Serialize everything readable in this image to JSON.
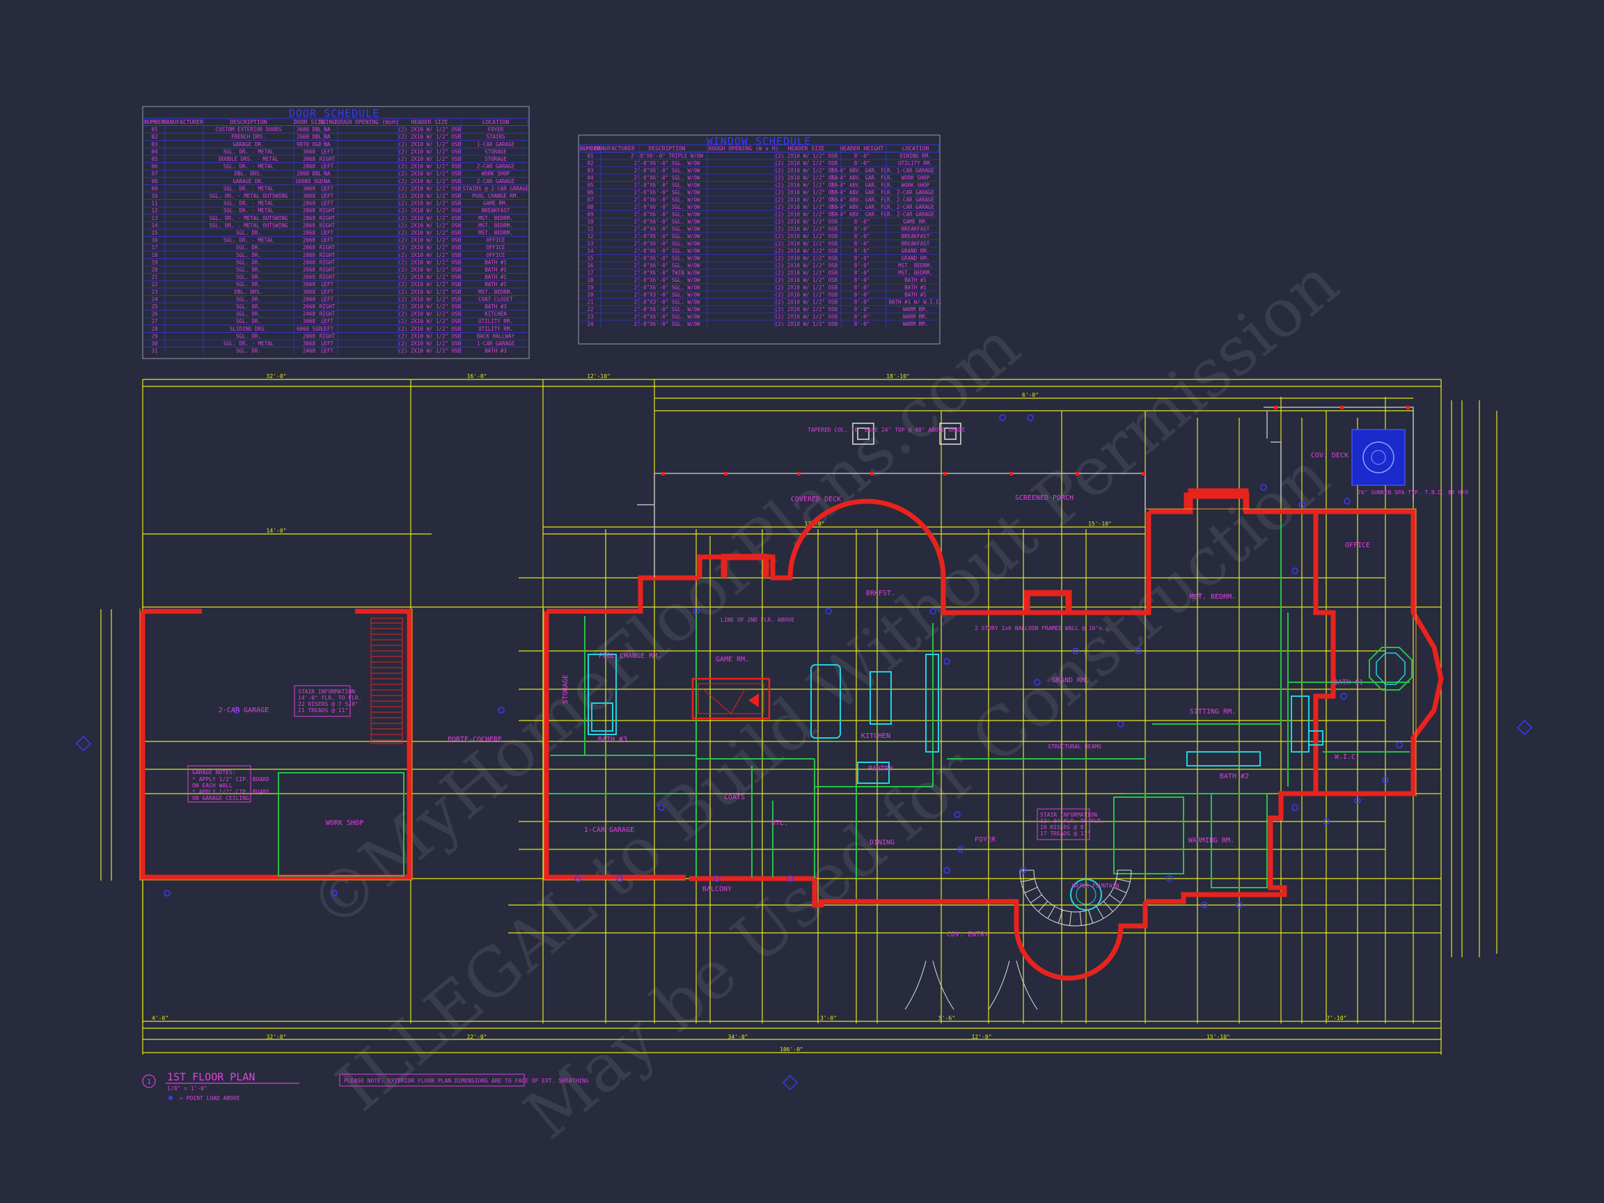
{
  "door_schedule": {
    "title": "DOOR SCHEDULE",
    "headers": [
      "NUMBER",
      "MANUFACTURER",
      "DESCRIPTION",
      "DOOR SIZE",
      "SWING",
      "ROUGH OPENING (WxH)",
      "HEADER SIZE",
      "LOCATION"
    ],
    "rows": [
      [
        "01",
        "",
        "CUSTOM EXTERIOR DOORS",
        "3680 DBL",
        "NA",
        "",
        "(2) 2X10 W/ 1/2\" OSB",
        "FOYER"
      ],
      [
        "02",
        "",
        "FRENCH DRS.",
        "2668 DBL",
        "NA",
        "",
        "(2) 2X10 W/ 1/2\" OSB",
        "STAIRS"
      ],
      [
        "03",
        "",
        "GARAGE DR.",
        "9070 OGD",
        "NA",
        "",
        "(2) 2X10 W/ 1/2\" OSB",
        "1-CAR GARAGE"
      ],
      [
        "04",
        "",
        "SGL. DR. - METAL",
        "3068",
        "LEFT",
        "",
        "(2) 2X10 W/ 1/2\" OSB",
        "STORAGE"
      ],
      [
        "05",
        "",
        "DOUBLE DRS. - METAL",
        "3068",
        "RIGHT",
        "",
        "(2) 2X10 W/ 1/2\" OSB",
        "STORAGE"
      ],
      [
        "06",
        "",
        "SGL. DR. - METAL",
        "2868",
        "LEFT",
        "",
        "(2) 2X10 W/ 1/2\" OSB",
        "2-CAR GARAGE"
      ],
      [
        "07",
        "",
        "DBL. DRS.",
        "2068 DBL",
        "NA",
        "",
        "(2) 2X10 W/ 1/2\" OSB",
        "WORK SHOP"
      ],
      [
        "08",
        "",
        "GARAGE DR.",
        "16080 OGD",
        "NA",
        "",
        "(2) 2X10 W/ 1/2\" OSB",
        "2-CAR GARAGE"
      ],
      [
        "09",
        "",
        "SGL. DR. - METAL",
        "3068",
        "LEFT",
        "",
        "(2) 2X10 W/ 1/2\" OSB",
        "STAIRS @ 2-CAR GARAGE"
      ],
      [
        "10",
        "",
        "SGL. DR. - METAL OUTSWING",
        "3068",
        "LEFT",
        "",
        "(2) 2X10 W/ 1/2\" OSB",
        "POOL CHANGE RM."
      ],
      [
        "11",
        "",
        "SGL. DR. - METAL",
        "2868",
        "LEFT",
        "",
        "(2) 2X10 W/ 1/2\" OSB",
        "GAME RM."
      ],
      [
        "12",
        "",
        "SGL. DR. - METAL",
        "2868",
        "RIGHT",
        "",
        "(2) 2X10 W/ 1/2\" OSB",
        "BREAKFAST"
      ],
      [
        "13",
        "",
        "SGL. DR. - METAL OUTSWING",
        "2868",
        "RIGHT",
        "",
        "(2) 2X10 W/ 1/2\" OSB",
        "MST. BEDRM."
      ],
      [
        "14",
        "",
        "SGL. DR. - METAL OUTSWING",
        "2868",
        "RIGHT",
        "",
        "(2) 2X10 W/ 1/2\" OSB",
        "MST. BEDRM."
      ],
      [
        "15",
        "",
        "SGL. DR.",
        "2868",
        "LEFT",
        "",
        "(2) 2X10 W/ 1/2\" OSB",
        "MST. BEDRM."
      ],
      [
        "16",
        "",
        "SGL. DR. - METAL",
        "2668",
        "LEFT",
        "",
        "(2) 2X10 W/ 1/2\" OSB",
        "OFFICE"
      ],
      [
        "17",
        "",
        "SGL. DR.",
        "2068",
        "RIGHT",
        "",
        "(2) 2X10 W/ 1/2\" OSB",
        "OFFICE"
      ],
      [
        "18",
        "",
        "SGL. DR.",
        "2068",
        "RIGHT",
        "",
        "(2) 2X10 W/ 1/2\" OSB",
        "OFFICE"
      ],
      [
        "19",
        "",
        "SGL. DR.",
        "2668",
        "RIGHT",
        "",
        "(2) 2X10 W/ 1/2\" OSB",
        "BATH #1"
      ],
      [
        "20",
        "",
        "SGL. DR.",
        "2668",
        "RIGHT",
        "",
        "(2) 2X10 W/ 1/2\" OSB",
        "BATH #1"
      ],
      [
        "21",
        "",
        "SGL. DR.",
        "2668",
        "RIGHT",
        "",
        "(2) 2X10 W/ 1/2\" OSB",
        "BATH #1"
      ],
      [
        "22",
        "",
        "SGL. DR.",
        "2668",
        "LEFT",
        "",
        "(2) 2X10 W/ 1/2\" OSB",
        "BATH #1"
      ],
      [
        "23",
        "",
        "DBL. DRS.",
        "3068",
        "LEFT",
        "",
        "(2) 2X10 W/ 1/2\" OSB",
        "MST. BEDRM."
      ],
      [
        "24",
        "",
        "SGL. DR.",
        "2068",
        "LEFT",
        "",
        "(2) 2X10 W/ 1/2\" OSB",
        "COAT CLOSET"
      ],
      [
        "25",
        "",
        "SGL. DR.",
        "2668",
        "RIGHT",
        "",
        "(2) 2X10 W/ 1/2\" OSB",
        "BATH #3"
      ],
      [
        "26",
        "",
        "SGL. DR.",
        "2468",
        "RIGHT",
        "",
        "(2) 2X10 W/ 1/2\" OSB",
        "KITCHEN"
      ],
      [
        "27",
        "",
        "SGL. DR.",
        "3068",
        "LEFT",
        "",
        "(2) 2X10 W/ 1/2\" OSB",
        "UTILITY RM."
      ],
      [
        "28",
        "",
        "SLIDING DRS.",
        "6068 SGD",
        "LEFT",
        "",
        "(2) 2X10 W/ 1/2\" OSB",
        "UTILITY RM."
      ],
      [
        "29",
        "",
        "SGL. DR.",
        "2068",
        "RIGHT",
        "",
        "(2) 2X10 W/ 1/2\" OSB",
        "BACK HALLWAY"
      ],
      [
        "30",
        "",
        "SGL. DR. - METAL",
        "3068",
        "LEFT",
        "",
        "(2) 2X10 W/ 1/2\" OSB",
        "1-CAR GARAGE"
      ],
      [
        "31",
        "",
        "SGL. DR.",
        "2468",
        "LEFT",
        "",
        "(2) 2X10 W/ 1/2\" OSB",
        "BATH #3"
      ]
    ]
  },
  "window_schedule": {
    "title": "WINDOW SCHEDULE",
    "headers": [
      "NUMBER",
      "MANUFACTURER",
      "DESCRIPTION",
      "ROUGH OPENING (W x H)",
      "HEADER SIZE",
      "HEADER HEIGHT",
      "LOCATION"
    ],
    "rows": [
      [
        "01",
        "",
        "2'-8\"X6'-0\" TRIPLE W/OW",
        "",
        "(2) 2X10 W/ 1/2\" OSB",
        "8'-0\"",
        "DINING RM."
      ],
      [
        "02",
        "",
        "2'-8\"X6'-0\" SGL. W/OW",
        "",
        "(2) 2X10 W/ 1/2\" OSB",
        "8'-0\"",
        "UTILITY RM."
      ],
      [
        "03",
        "",
        "2'-8\"X6'-0\" SGL. W/OW",
        "",
        "(2) 2X10 W/ 1/2\" OSB",
        "7'-4\" ABV. GAR. FLR.",
        "1-CAR GARAGE"
      ],
      [
        "04",
        "",
        "2'-8\"X6'-0\" SGL. W/OW",
        "",
        "(2) 2X10 W/ 1/2\" OSB",
        "7'-4\" ABV. GAR. FLR.",
        "WORK SHOP"
      ],
      [
        "05",
        "",
        "2'-8\"X6'-0\" SGL. W/OW",
        "",
        "(2) 2X10 W/ 1/2\" OSB",
        "7'-4\" ABV. GAR. FLR.",
        "WORK SHOP"
      ],
      [
        "06",
        "",
        "2'-8\"X6'-0\" SGL. W/OW",
        "",
        "(2) 2X10 W/ 1/2\" OSB",
        "7'-4\" ABV. GAR. FLR.",
        "2-CAR GARAGE"
      ],
      [
        "07",
        "",
        "2'-8\"X6'-0\" SGL. W/OW",
        "",
        "(2) 2X10 W/ 1/2\" OSB",
        "7'-4\" ABV. GAR. FLR.",
        "2-CAR GARAGE"
      ],
      [
        "08",
        "",
        "2'-8\"X6'-0\" SGL. W/OW",
        "",
        "(2) 2X10 W/ 1/2\" OSB",
        "7'-4\" ABV. GAR. FLR.",
        "2-CAR GARAGE"
      ],
      [
        "09",
        "",
        "2'-8\"X6'-0\" SGL. W/OW",
        "",
        "(2) 2X10 W/ 1/2\" OSB",
        "7'-4\" ABV. GAR. FLR.",
        "2-CAR GARAGE"
      ],
      [
        "10",
        "",
        "2'-8\"X6'-0\" SGL. W/OW",
        "",
        "(2) 2X10 W/ 1/2\" OSB",
        "8'-0\"",
        "GAME RM."
      ],
      [
        "11",
        "",
        "2'-8\"X6'-0\" SGL. W/OW",
        "",
        "(2) 2X10 W/ 1/2\" OSB",
        "8'-0\"",
        "BREAKFAST"
      ],
      [
        "12",
        "",
        "2'-8\"X6'-0\" SGL. W/OW",
        "",
        "(2) 2X10 W/ 1/2\" OSB",
        "8'-0\"",
        "BREAKFAST"
      ],
      [
        "13",
        "",
        "2'-8\"X6'-0\" SGL. W/OW",
        "",
        "(2) 2X10 W/ 1/2\" OSB",
        "8'-0\"",
        "BREAKFAST"
      ],
      [
        "14",
        "",
        "2'-8\"X6'-0\" SGL. W/OW",
        "",
        "(2) 2X10 W/ 1/2\" OSB",
        "8'-0\"",
        "GRAND RM."
      ],
      [
        "15",
        "",
        "2'-8\"X6'-0\" SGL. W/OW",
        "",
        "(2) 2X10 W/ 1/2\" OSB",
        "8'-0\"",
        "GRAND RM."
      ],
      [
        "16",
        "",
        "2'-8\"X6'-0\" SGL. W/OW",
        "",
        "(2) 2X10 W/ 1/2\" OSB",
        "8'-0\"",
        "MST. BEDRM."
      ],
      [
        "17",
        "",
        "2'-8\"X6'-0\" TWIN W/OW",
        "",
        "(2) 2X10 W/ 1/2\" OSB",
        "8'-0\"",
        "MST. BEDRM."
      ],
      [
        "18",
        "",
        "2'-8\"X6'-0\" SGL. W/OW",
        "",
        "(2) 2X10 W/ 1/2\" OSB",
        "8'-0\"",
        "BATH #1"
      ],
      [
        "19",
        "",
        "2'-8\"X6'-0\" SGL. W/OW",
        "",
        "(2) 2X10 W/ 1/2\" OSB",
        "8'-0\"",
        "BATH #1"
      ],
      [
        "20",
        "",
        "2'-8\"X3'-0\" SGL. W/OW",
        "",
        "(2) 2X10 W/ 1/2\" OSB",
        "8'-0\"",
        "BATH #1"
      ],
      [
        "21",
        "",
        "2'-8\"X3'-0\" SGL. W/OW",
        "",
        "(2) 2X10 W/ 1/2\" OSB",
        "8'-0\"",
        "BATH #1 W/ W.I.C."
      ],
      [
        "22",
        "",
        "2'-8\"X6'-0\" SGL. W/OW",
        "",
        "(2) 2X10 W/ 1/2\" OSB",
        "8'-0\"",
        "WARM RM."
      ],
      [
        "23",
        "",
        "2'-8\"X6'-0\" SGL. W/OW",
        "",
        "(2) 2X10 W/ 1/2\" OSB",
        "8'-0\"",
        "WARM RM."
      ],
      [
        "24",
        "",
        "2'-8\"X6'-0\" SGL. W/OW",
        "",
        "(2) 2X10 W/ 1/2\" OSB",
        "8'-0\"",
        "WARM RM."
      ]
    ]
  },
  "rooms": {
    "garage2": "2-CAR GARAGE",
    "workshop": "WORK SHOP",
    "porte": "PORTE-COCHERE",
    "storage": "STORAGE",
    "pool": "POOL CHANGE RM.",
    "bath3": "BATH #3",
    "game": "GAME RM.",
    "garage1": "1-CAR GARAGE",
    "brkfst": "BRKFST.",
    "kitchen": "KITCHEN",
    "pantry": "PANTRY",
    "utl": "UTL.",
    "dining": "DINING",
    "foyer": "FOYER",
    "coventry": "COV. ENTRY",
    "covered_deck": "COVERED DECK",
    "screened_porch": "SCREENED PORCH",
    "grand": "GRAND RM.",
    "mstbedrm": "MST. BEDRM.",
    "sitting": "SITTING RM.",
    "office": "OFFICE",
    "bath1": "BATH #1",
    "wic": "W.I.C.",
    "bath2": "BATH #2",
    "warming": "WARMING RM.",
    "covdeck": "COV. DECK",
    "balcony": "BALCONY",
    "coats": "COATS"
  },
  "notes": {
    "garage_notes_title": "GARAGE NOTES:",
    "garage_note1": "* APPLY 1/2\" CIP. BOARD",
    "garage_note2": "ON EACH WALL",
    "garage_note3": "* APPLY 1/2\" CIP. BOARD",
    "garage_note4": "ON GARAGE CEILING",
    "stair_info_title": "STAIR INFORMATION",
    "stair_info1": "14'-0\" FLR. TO FLR.",
    "stair_info2": "22 RISERS @ 7 5/8\"",
    "stair_info3": "21 TREADS @ 11\"",
    "stair_info4": "STAIR INFORMATION",
    "stair_info5": "12'-0\" FLR. TO FLR.",
    "stair_info6": "18 RISERS @ 8\"",
    "stair_info7": "17 TREADS @ 11\"",
    "balloon": "2 STORY 2x6 BALLOON FRAMED WALL @ 16\"o.c.",
    "tapered_col": "TAPERED COL. 16\" BASE 24\" TOP @ 48\" ABOVE GRADE",
    "spa": "76\" SUNKEN SPA TYP. T.B.D. BY H/O",
    "line_of_2nd": "LINE OF 2ND FLR. ABOVE",
    "please_note": "PLEASE NOTE: EXTERIOR FLOOR PLAN DIMENSIONS ARE TO FACE OF EXT. SHEATHING",
    "point_load": "= POINT LOAD ABOVE",
    "water_fountain": "WATER FOUNTAIN",
    "structural_beams": "STRUCTURAL BEAMS"
  },
  "dims": {
    "overall": "106'-0\"",
    "d1": "32'-0\"",
    "d2": "16'-0\"",
    "d3": "12'-10\"",
    "d4": "18'-10\"",
    "d5": "6'-0\"",
    "d6": "14'-0\"",
    "d7": "13'-0\"",
    "d8": "15'-10\"",
    "d9": "5'-6\"",
    "d10": "22'-0\"",
    "d11": "34'-0\"",
    "d12": "12'-0\"",
    "d13": "4'-0\"",
    "d14": "7'-10\"",
    "d15": "3'-0\""
  },
  "title_block": {
    "number": "1",
    "title": "1ST FLOOR PLAN",
    "scale": "1/8\" = 1'-0\""
  },
  "watermark": {
    "line1": "©MyHomeFloorPlans.com",
    "line2": "ILLEGAL to Build Without Permission",
    "line3": "May be Used for Construction"
  },
  "colors": {
    "background": "#272b3d",
    "dimension": "#e6e61e",
    "text": "#e040e0",
    "wall_fill": "#e8231e",
    "schedule": "#3a3aff",
    "fixture": "#22d3e0",
    "interior": "#27c24a"
  }
}
